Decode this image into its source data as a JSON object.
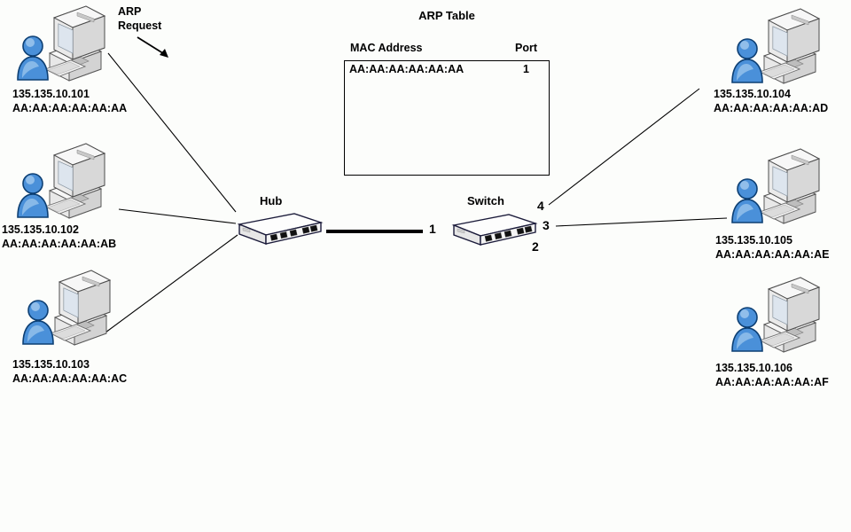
{
  "diagram": {
    "title": "ARP Table",
    "annotation": {
      "line1": "ARP",
      "line2": "Request",
      "icon": "arrow-down-right-icon"
    }
  },
  "arp_table": {
    "title": "ARP Table",
    "columns": [
      "MAC Address",
      "Port"
    ],
    "rows": [
      {
        "mac": "AA:AA:AA:AA:AA:AA",
        "port": "1"
      }
    ]
  },
  "devices": [
    {
      "id": "hub",
      "label": "Hub",
      "icon": "network-hub-icon"
    },
    {
      "id": "switch",
      "label": "Switch",
      "icon": "network-switch-icon"
    }
  ],
  "switch_ports": [
    {
      "num": "1",
      "position": "left"
    },
    {
      "num": "2",
      "position": "bottom-right"
    },
    {
      "num": "3",
      "position": "right-middle"
    },
    {
      "num": "4",
      "position": "right-top"
    }
  ],
  "hosts": [
    {
      "id": "pc-101",
      "ip": "135.135.10.101",
      "mac": "AA:AA:AA:AA:AA:AA",
      "icon": "computer-user-icon"
    },
    {
      "id": "pc-102",
      "ip": "135.135.10.102",
      "mac": "AA:AA:AA:AA:AA:AB",
      "icon": "computer-user-icon"
    },
    {
      "id": "pc-103",
      "ip": "135.135.10.103",
      "mac": "AA:AA:AA:AA:AA:AC",
      "icon": "computer-user-icon"
    },
    {
      "id": "pc-104",
      "ip": "135.135.10.104",
      "mac": "AA:AA:AA:AA:AA:AD",
      "icon": "computer-user-icon"
    },
    {
      "id": "pc-105",
      "ip": "135.135.10.105",
      "mac": "AA:AA:AA:AA:AA:AE",
      "icon": "computer-user-icon"
    },
    {
      "id": "pc-106",
      "ip": "135.135.10.106",
      "mac": "AA:AA:AA:AA:AA:AF",
      "icon": "computer-user-icon"
    }
  ],
  "colors": {
    "background": "#fcfdfb",
    "line": "#000000",
    "person": "#4a90d9",
    "device_body": "#f2f2f2",
    "device_outline": "#1b1b3a"
  }
}
